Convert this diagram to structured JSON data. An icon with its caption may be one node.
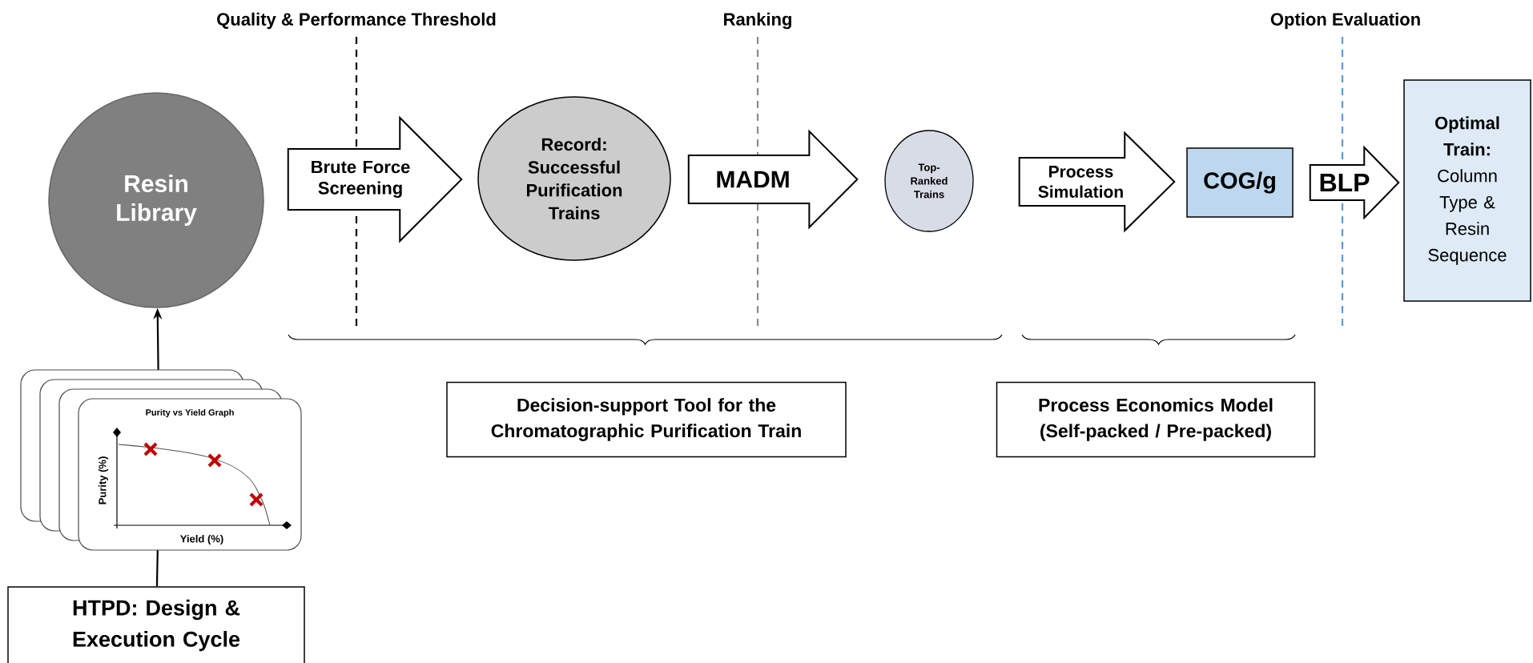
{
  "diagram": {
    "nodes": [
      {
        "text": [
          "Resin Library"
        ]
      },
      {
        "text": [
          "Purity vs Yield Graph",
          "Purity (%)",
          "Yield (%)"
        ]
      },
      {
        "text": [
          "HTPD: Design & Execution Cycle"
        ]
      },
      {
        "text": [
          "Record: Successful Purification Trains"
        ]
      },
      {
        "text": [
          "Top-Ranked Trains"
        ]
      },
      {
        "text": [
          "COG/g"
        ]
      },
      {
        "text": [
          "Optimal Train:",
          "Column Type & Resin Sequence"
        ]
      },
      {
        "text": [
          "Decision-support Tool for the Chromatographic Purification Train"
        ]
      },
      {
        "text": [
          "Process Economics Model (Self-packed / Pre-packed)"
        ]
      }
    ],
    "edges": [
      {
        "from": 1,
        "to": 0,
        "arrow": "to"
      },
      {
        "from": 2,
        "to": 1,
        "arrow": "none"
      },
      {
        "from": 0,
        "to": 3,
        "arrow": "to",
        "label": "Brute Force Screening",
        "style": "thick"
      },
      {
        "from": 3,
        "to": 4,
        "arrow": "to",
        "label": "MADM",
        "style": "thick"
      },
      {
        "from": 4,
        "to": 5,
        "arrow": "to",
        "label": "Process Simulation",
        "style": "thick"
      },
      {
        "from": 5,
        "to": 6,
        "arrow": "to",
        "label": "BLP",
        "style": "thick"
      }
    ],
    "labels": [
      "Quality & Performance Threshold",
      "Ranking",
      "Option Evaluation"
    ]
  }
}
